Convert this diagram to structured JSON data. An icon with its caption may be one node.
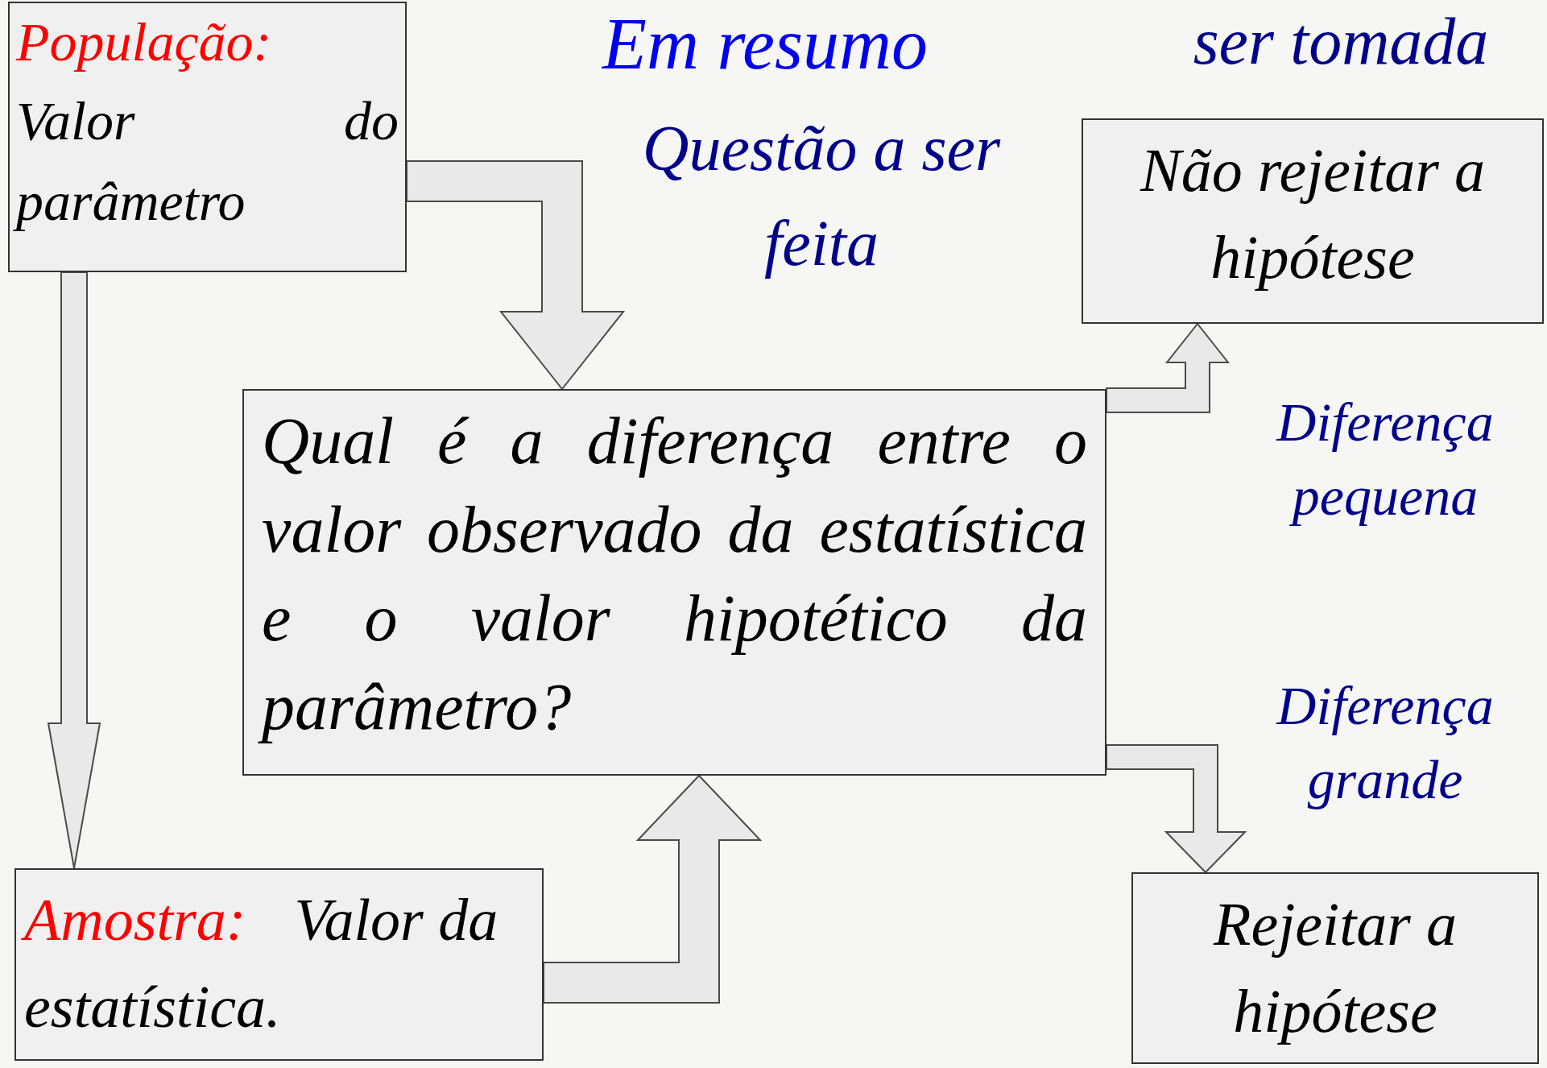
{
  "diagram": {
    "title": "Em resumo",
    "nodes": [
      {
        "text": [
          "População:",
          "Valor do parâmetro"
        ]
      },
      {
        "text": [
          "Qual é a diferença entre o valor observado da estatística e o valor hipotético da parâmetro?"
        ]
      },
      {
        "text": [
          "Amostra:",
          "Valor da estatística."
        ]
      },
      {
        "text": [
          "Não rejeitar a hipótese"
        ]
      },
      {
        "text": [
          "Rejeitar a hipótese"
        ]
      }
    ],
    "edges": [
      {
        "from": 0,
        "to": 1,
        "arrow": "to"
      },
      {
        "from": 0,
        "to": 2,
        "arrow": "to"
      },
      {
        "from": 2,
        "to": 1,
        "arrow": "to"
      },
      {
        "from": 1,
        "to": 3,
        "arrow": "to"
      },
      {
        "from": 1,
        "to": 4,
        "arrow": "to"
      }
    ],
    "labels": [
      "ser tomada",
      "Questão a ser feita",
      "Diferença pequena",
      "Diferença grande"
    ]
  }
}
